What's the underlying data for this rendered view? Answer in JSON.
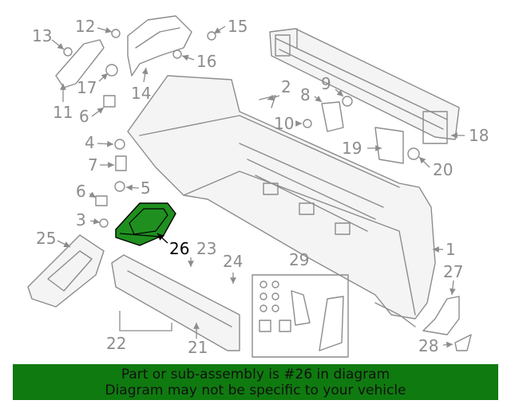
{
  "diagram": {
    "highlighted_part": "26",
    "highlight_color": "#1f8f1f",
    "callouts": [
      "1",
      "2",
      "3",
      "4",
      "5",
      "6",
      "6",
      "7",
      "8",
      "9",
      "10",
      "11",
      "12",
      "13",
      "14",
      "15",
      "16",
      "17",
      "18",
      "19",
      "20",
      "21",
      "22",
      "23",
      "24",
      "25",
      "26",
      "27",
      "28",
      "29"
    ]
  },
  "banner": {
    "line1": "Part or sub-assembly is #26 in diagram",
    "line2": "Diagram may not be specific to your vehicle",
    "background": "#0f7a0f"
  }
}
